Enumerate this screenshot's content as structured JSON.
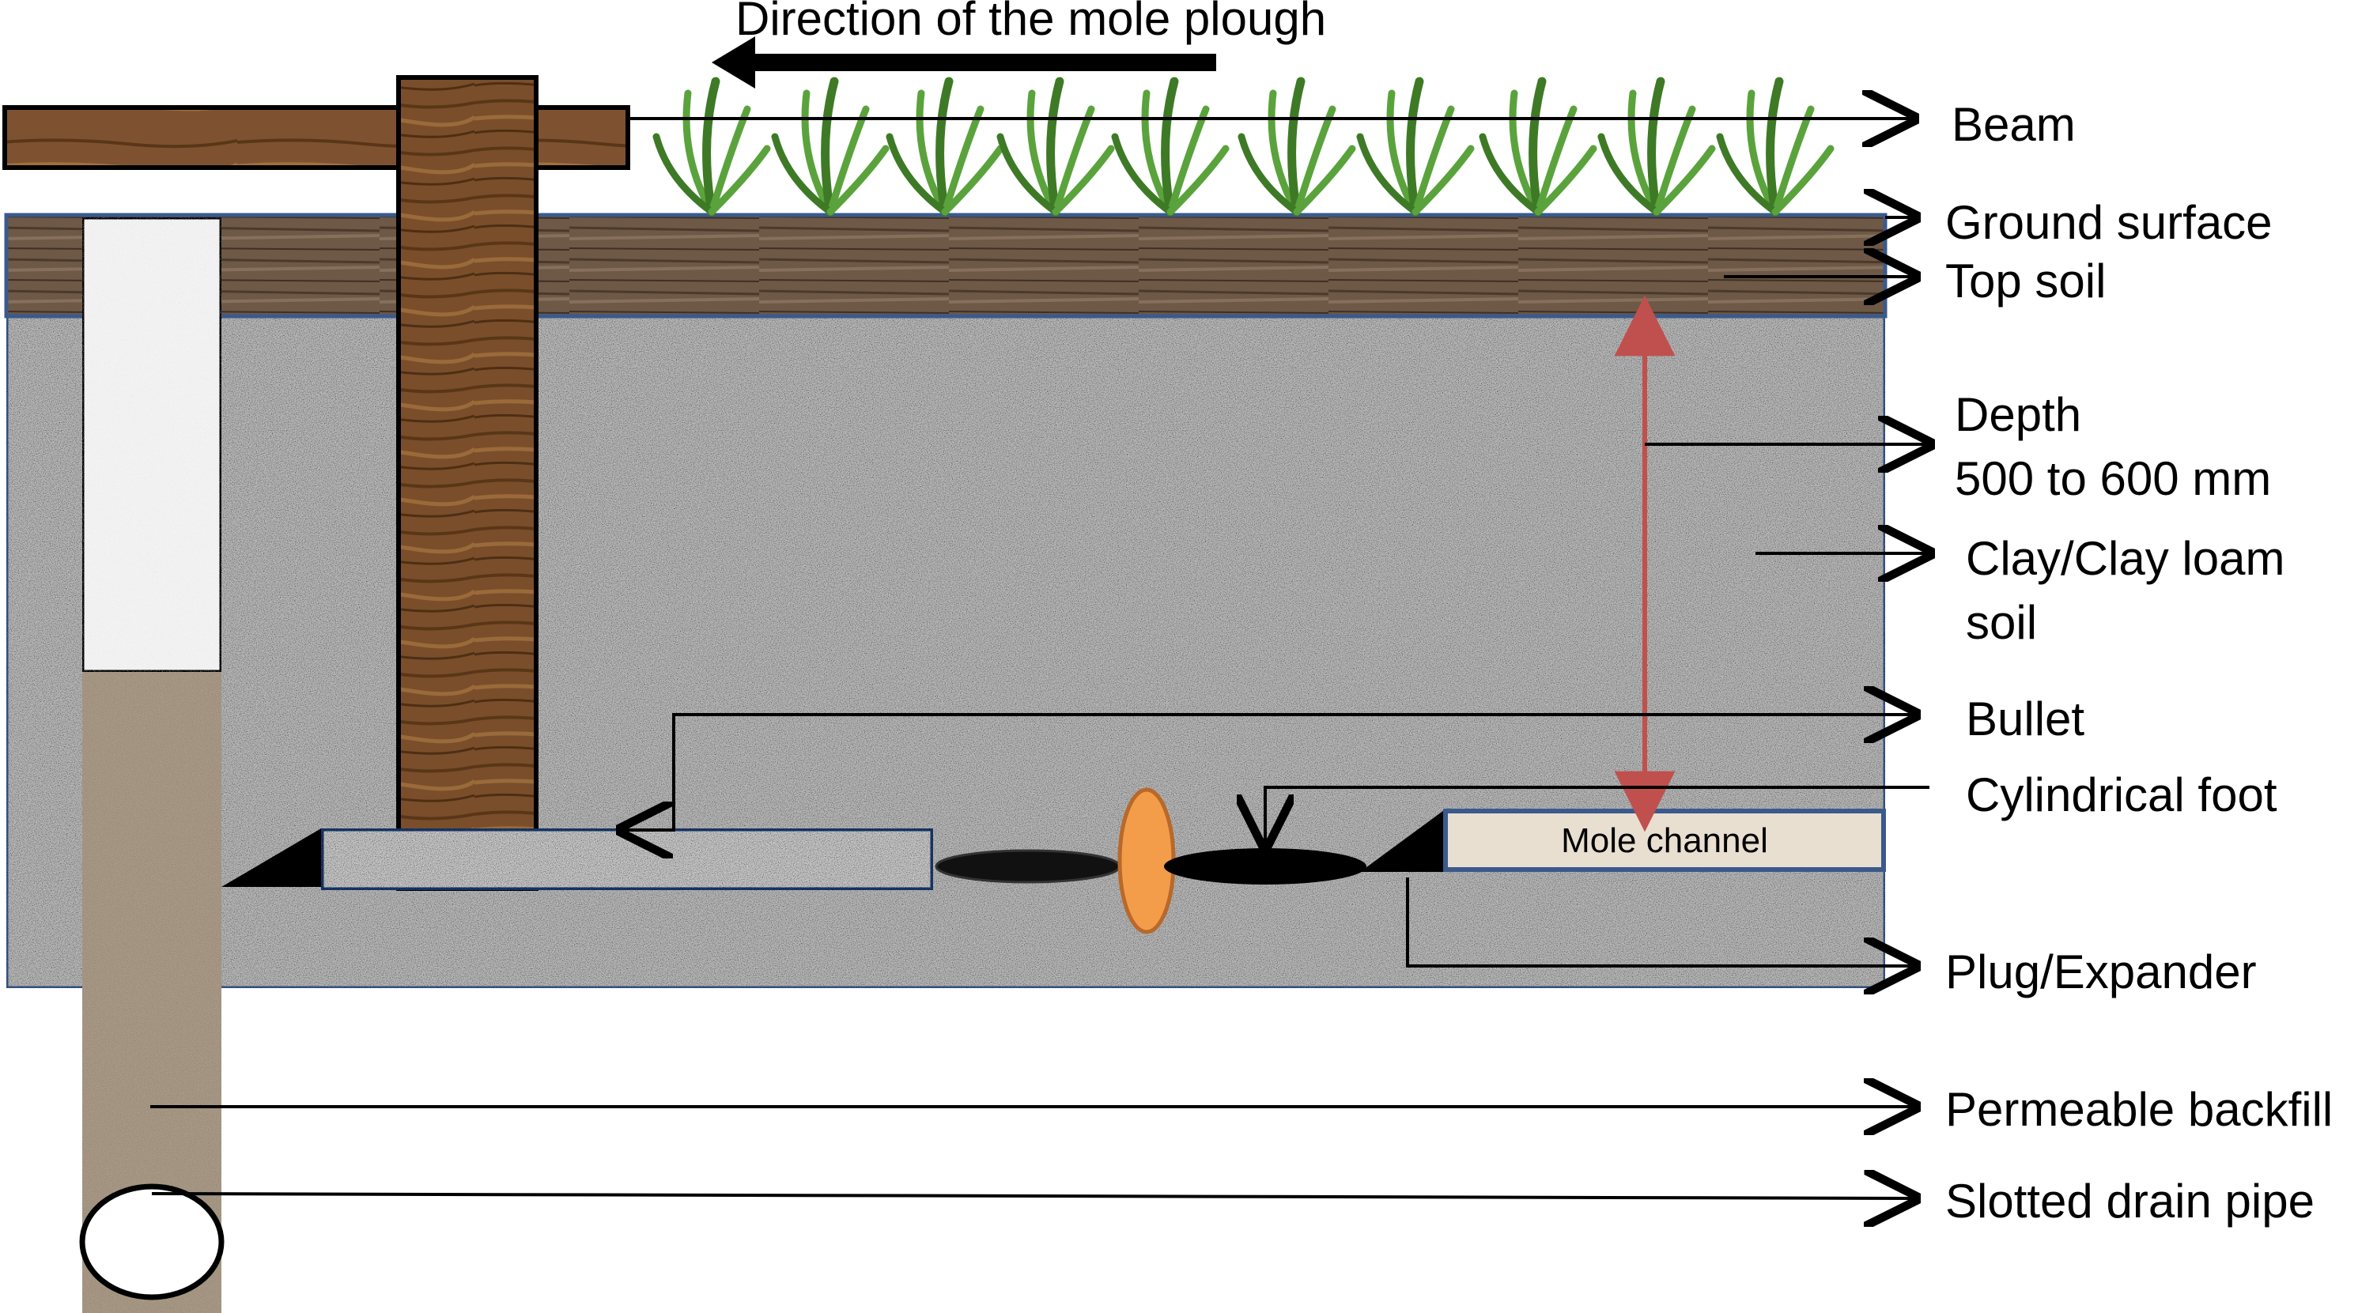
{
  "title": "Direction of the mole plough",
  "labels": {
    "beam": "Beam",
    "ground_surface": "Ground surface",
    "top_soil": "Top soil",
    "depth_line1": "Depth",
    "depth_line2": "500 to 600 mm",
    "clay_line1": "Clay/Clay loam",
    "clay_line2": "soil",
    "bullet": "Bullet",
    "cylindrical_foot": "Cylindrical foot",
    "plug_expander": "Plug/Expander",
    "permeable_backfill": "Permeable backfill",
    "slotted_drain_pipe": "Slotted drain pipe",
    "mole_channel": "Mole channel"
  },
  "colors": {
    "top_soil": "#6e5846",
    "clay": "#b4b4b4",
    "outline_blue": "#3a5a8c",
    "wood": "#7a4e2a",
    "backfill": "#a89a88",
    "expander_orange": "#f39c4a",
    "depth_arrow": "#c0504d",
    "crop_green": "#5aa33c"
  }
}
